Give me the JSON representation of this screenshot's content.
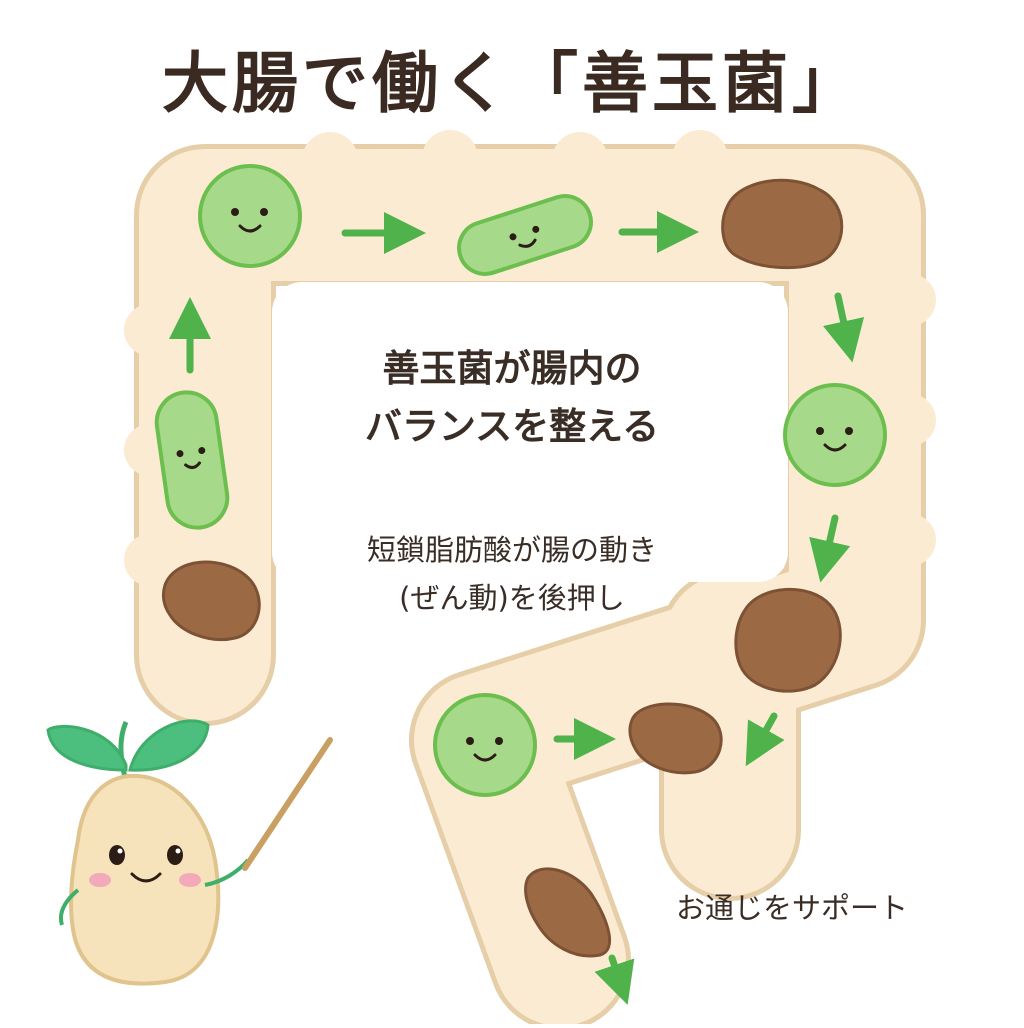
{
  "title": "大腸で働く「善玉菌」",
  "message_1": {
    "line_1": "善玉菌が腸内の",
    "line_2": "バランスを整える"
  },
  "message_2": {
    "line_1": "短鎖脂肪酸が腸の動き",
    "line_2": "(ぜん動)を後押し"
  },
  "message_3": "お通じをサポート",
  "colors": {
    "intestine_fill": "#fbebd3",
    "intestine_outline": "#e6cfa8",
    "good_bacteria": "#a6d98a",
    "good_bacteria_outline": "#6cbf4e",
    "arrow": "#4fb24a",
    "stool": "#9b6a45",
    "mascot_body": "#f6e3bb",
    "mascot_leaf": "#4cbf7e",
    "text": "#3a2a22"
  },
  "icons": [
    "good-bacteria-round-icon",
    "good-bacteria-rod-icon",
    "stool-icon",
    "flow-arrow-icon",
    "seedling-mascot-icon",
    "pointer-stick-icon"
  ]
}
